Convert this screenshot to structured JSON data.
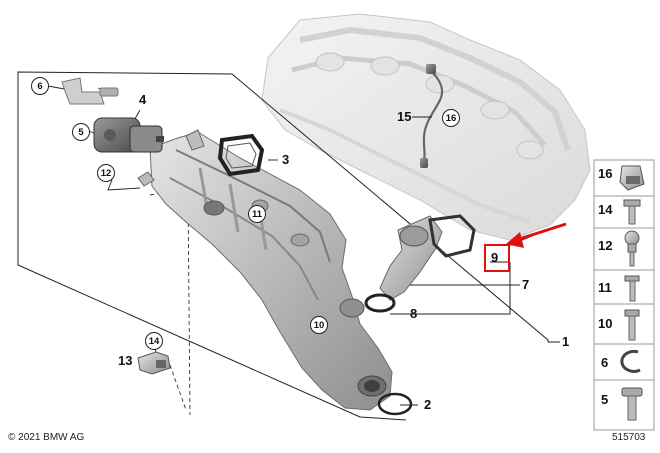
{
  "callouts": {
    "c1": "1",
    "c2": "2",
    "c3": "3",
    "c4": "4",
    "c5": "5",
    "c6": "6",
    "c7": "7",
    "c8": "8",
    "c9": "9",
    "c10": "10",
    "c11": "11",
    "c12": "12",
    "c13": "13",
    "c14": "14",
    "c15": "15",
    "c16": "16"
  },
  "side_panel": [
    "16",
    "14",
    "12",
    "11",
    "10",
    "6",
    "5"
  ],
  "footer": {
    "copyright": "© 2021 BMW AG",
    "diagram_id": "515703"
  },
  "colors": {
    "highlight": "#e01010",
    "part_fill": "#c8c8c8",
    "line": "#222222"
  }
}
